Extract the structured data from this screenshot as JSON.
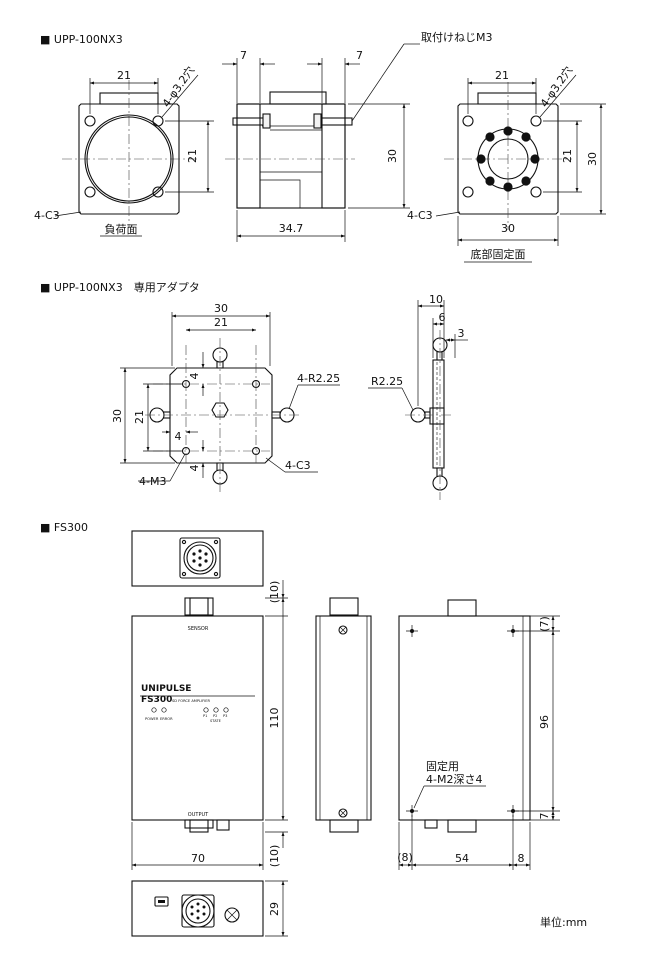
{
  "sections": {
    "upp_title": "■ UPP-100NX3",
    "adapter_title": "■ UPP-100NX3　専用アダプタ",
    "fs300_title": "■ FS300"
  },
  "upp": {
    "front_dim_width": "21",
    "front_dim_height": "21",
    "front_hole_note": "4-φ3.2穴",
    "front_chamfer": "4-C3",
    "front_caption": "負荷面",
    "side_dim_left": "7",
    "side_dim_right": "7",
    "side_screw_note": "取付けねじM3",
    "side_dim_height": "30",
    "side_dim_length": "34.7",
    "bottom_dim_pitch_w": "21",
    "bottom_hole_note": "4-φ3.2穴",
    "bottom_dim_pitch_h": "21",
    "bottom_dim_height": "30",
    "bottom_dim_width": "30",
    "bottom_chamfer": "4-C3",
    "bottom_caption": "底部固定面"
  },
  "adapter": {
    "dim_width": "30",
    "dim_pitch_w": "21",
    "dim_height": "30",
    "dim_pitch_h": "21",
    "dim_4_top": "4",
    "dim_4_left": "4",
    "dim_4_bottom": "4",
    "radius_note": "4-R2.25",
    "chamfer_note": "4-C3",
    "thread_note": "4-M3",
    "side_dim_10": "10",
    "side_dim_6": "6",
    "side_dim_3": "3",
    "side_radius": "R2.25"
  },
  "fs300": {
    "top_dim_10": "(10)",
    "height_dim": "110",
    "bottom_dim_10": "(10)",
    "width_dim": "70",
    "depth_dim": "29",
    "panel_sensor": "SENSOR",
    "panel_output": "OUTPUT",
    "panel_brand": "UNIPULSE",
    "panel_model": "FS300",
    "panel_subtitle": "SD FORCE AMPLIFIER",
    "led_power": "POWER",
    "led_error": "ERROR",
    "led_p1": "P1",
    "led_p2": "P2",
    "led_p3": "P3",
    "led_state": "STATE",
    "rear_dim_96": "96",
    "rear_dim_7_top": "(7)",
    "rear_dim_7_bottom": "7",
    "rear_dim_54": "54",
    "rear_dim_8_left": "(8)",
    "rear_dim_8_right": "8",
    "mount_note_1": "固定用",
    "mount_note_2": "4-M2深さ4"
  },
  "unit_note": "単位:mm"
}
